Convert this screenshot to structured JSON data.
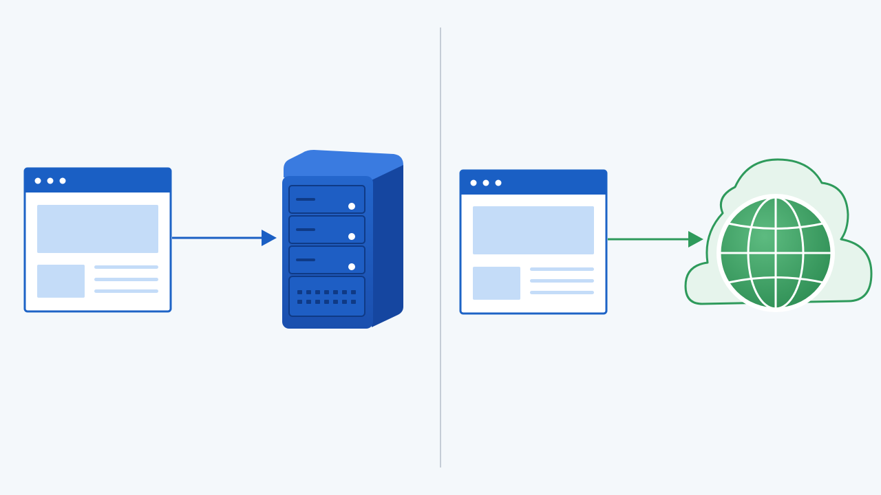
{
  "colors": {
    "background": "#f4f8fb",
    "divider": "#c5cdd6",
    "browser_accent": "#1a5fc4",
    "browser_border": "#1d63c6",
    "content_fill": "#c4dcf8",
    "server_front": "#1d56b8",
    "server_top": "#3a7be0",
    "server_side": "#1546a0",
    "server_led": "#ffffff",
    "arrow_blue": "#1a5fc4",
    "arrow_green": "#2e9a5b",
    "globe_fill": "#3ca163",
    "globe_lines": "#ffffff",
    "cloud_fill": "#e6f4ec",
    "cloud_stroke": "#2e9a5b"
  },
  "panels": [
    {
      "id": "left",
      "source": "browser-window",
      "connector": "arrow",
      "target": "server",
      "accent": "blue"
    },
    {
      "id": "right",
      "source": "browser-window",
      "connector": "arrow",
      "target": "cloud-globe",
      "accent": "green"
    }
  ],
  "icons": {
    "left_browser": "browser-window-icon",
    "server": "server-icon",
    "right_browser": "browser-window-icon",
    "cloud": "cloud-icon",
    "globe": "globe-icon"
  }
}
